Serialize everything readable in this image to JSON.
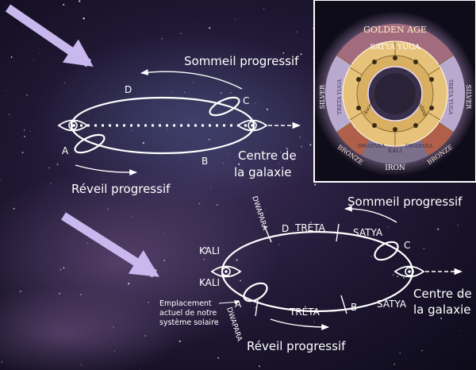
{
  "top_diagram": {
    "label_sleep": "Sommeil progressif",
    "label_wake": "Réveil progressif",
    "label_center_line1": "Centre de",
    "label_center_line2": "la galaxie",
    "point_a": "A",
    "point_b": "B",
    "point_c": "C",
    "point_d": "D"
  },
  "yuga_wheel": {
    "golden_age": "GOLDEN AGE",
    "satya_yuga": "SATYA YUGA",
    "silver_left": "SILVER",
    "silver_right": "SILVER",
    "treta_left": "TRETA YUGA",
    "treta_right": "TRETA YUGA",
    "dwapara_left": "DWAPARA",
    "dwapara_right": "DWAPARA",
    "kali": "KALI",
    "bronze_left": "BRONZE",
    "bronze_right": "BRONZE",
    "iron": "IRON",
    "ascending": "Ascending",
    "descending": "Descending"
  },
  "bottom_diagram": {
    "label_sleep": "Sommeil progressif",
    "label_wake": "Réveil progressif",
    "label_center_line1": "Centre de",
    "label_center_line2": "la galaxie",
    "point_a": "A",
    "point_b": "B",
    "point_c": "C",
    "point_d": "D",
    "kali_upper": "KALI",
    "kali_lower": "KALI",
    "dwapara_upper": "DWAPARA",
    "dwapara_lower": "DWAPARA",
    "treta_upper": "TRÉTA",
    "treta_lower": "TRÉTA",
    "satya_upper": "SATYA",
    "satya_lower": "SATYA",
    "location_line1": "Emplacement",
    "location_line2": "actuel de notre",
    "location_line3": "système solaire"
  },
  "colors": {
    "arrow_lavender": "#c9b8ee",
    "wheel_gold": "#e6c27a",
    "wheel_silver": "#b9a9cf",
    "wheel_bronze": "#b0604a",
    "wheel_iron": "#7b6f8c"
  }
}
